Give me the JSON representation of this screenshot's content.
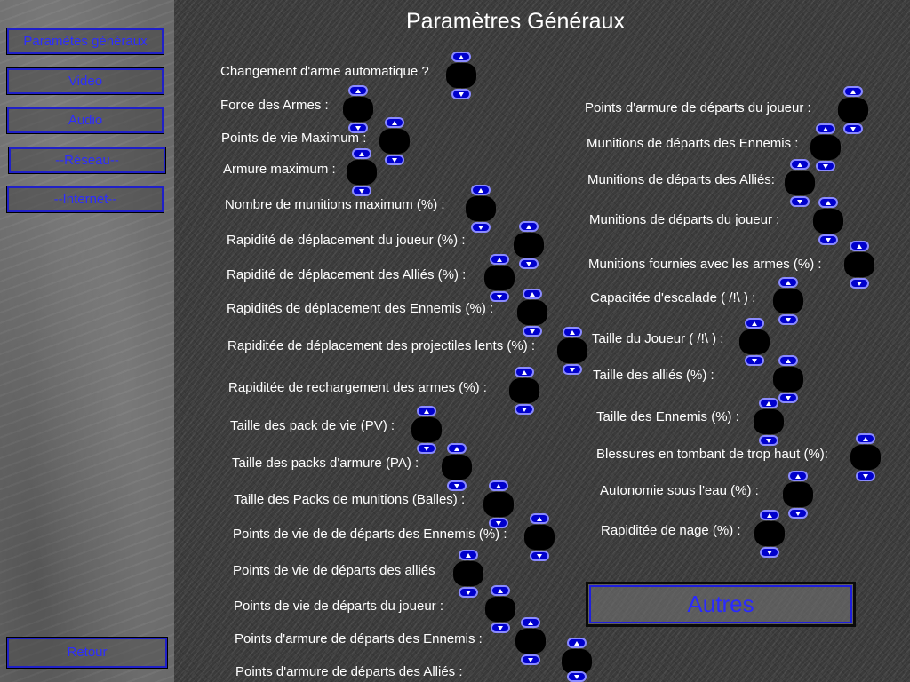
{
  "title": "Paramètres Généraux",
  "nav": [
    {
      "label": "Paramètes généraux"
    },
    {
      "label": "Video"
    },
    {
      "label": "Audio"
    },
    {
      "label": "--Réseau--"
    },
    {
      "label": "--Internet--"
    }
  ],
  "back_label": "Retour",
  "other_label": "Autres",
  "settings_left": [
    {
      "label": "Changement d'arme automatique ?"
    },
    {
      "label": "Force des Armes :"
    },
    {
      "label": "Points de vie Maximum :"
    },
    {
      "label": "Armure maximum :"
    },
    {
      "label": "Nombre de munitions maximum (%) :"
    },
    {
      "label": "Rapidité de déplacement du joueur (%) :"
    },
    {
      "label": "Rapidité de déplacement des Alliés (%) :"
    },
    {
      "label": "Rapidités de déplacement des Ennemis (%) :"
    },
    {
      "label": "Rapiditée de déplacement des projectiles lents (%) :"
    },
    {
      "label": "Rapiditée de rechargement des armes (%) :"
    },
    {
      "label": "Taille des pack de vie (PV) :"
    },
    {
      "label": "Taille des packs d'armure (PA) :"
    },
    {
      "label": "Taille des Packs de munitions (Balles) :"
    },
    {
      "label": "Points de vie de de départs des Ennemis (%) :"
    },
    {
      "label": "Points de vie de départs des alliés"
    },
    {
      "label": "Points de vie de départs du joueur :"
    },
    {
      "label": "Points d'armure de départs des Ennemis :"
    },
    {
      "label": "Points d'armure de départs des Alliés :"
    }
  ],
  "settings_right": [
    {
      "label": "Points d'armure de départs du joueur :"
    },
    {
      "label": "Munitions de départs des Ennemis :"
    },
    {
      "label": "Munitions de départs des Alliés:"
    },
    {
      "label": "Munitions de départs du joueur :"
    },
    {
      "label": "Munitions fournies avec les armes (%) :"
    },
    {
      "label": "Capacitée d'escalade ( /!\\ ) :"
    },
    {
      "label": "Taille du Joueur ( /!\\ ) :"
    },
    {
      "label": "Taille des alliés (%) :"
    },
    {
      "label": "Taille des Ennemis (%) :"
    },
    {
      "label": "Blessures en tombant de trop haut (%):"
    },
    {
      "label": "Autonomie sous l'eau (%) :"
    },
    {
      "label": "Rapiditée de nage (%) :"
    }
  ]
}
